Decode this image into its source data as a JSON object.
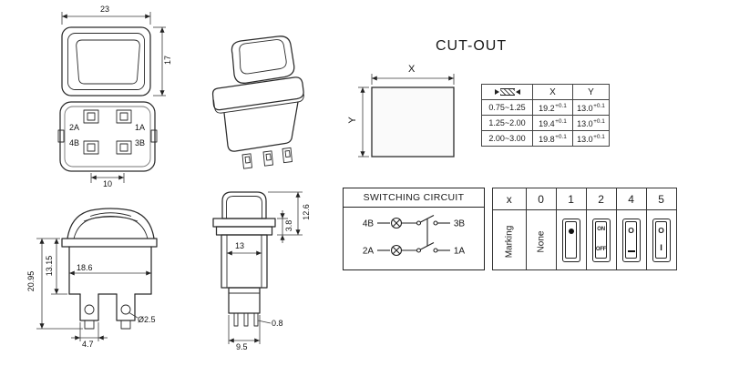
{
  "cutout": {
    "title": "CUT-OUT",
    "dim_x": "X",
    "dim_y": "Y",
    "table": {
      "col_x": "X",
      "col_y": "Y",
      "rows": [
        {
          "thickness": "0.75~1.25",
          "x": "19.2",
          "x_tol": "+0.1",
          "y": "13.0",
          "y_tol": "+0.1"
        },
        {
          "thickness": "1.25~2.00",
          "x": "19.4",
          "x_tol": "+0.1",
          "y": "13.0",
          "y_tol": "+0.1"
        },
        {
          "thickness": "2.00~3.00",
          "x": "19.8",
          "x_tol": "+0.1",
          "y": "13.0",
          "y_tol": "+0.1"
        }
      ]
    }
  },
  "switching_circuit": {
    "title": "SWITCHING CIRCUIT",
    "terminal_4b": "4B",
    "terminal_3b": "3B",
    "terminal_2a": "2A",
    "terminal_1a": "1A"
  },
  "marking_table": {
    "header": "x",
    "columns": [
      "0",
      "1",
      "2",
      "4",
      "5"
    ],
    "row_label": "Marking",
    "none_label": "None",
    "on_label": "ON",
    "off_label": "OFF",
    "o_label": "O",
    "i_label": "I"
  },
  "top_view": {
    "width": "23",
    "height": "17"
  },
  "bottom_view": {
    "terminal_2a": "2A",
    "terminal_1a": "1A",
    "terminal_4b": "4B",
    "terminal_3b": "3B",
    "pitch": "10"
  },
  "side_view": {
    "height_total": "20.95",
    "height_body": "13.15",
    "width_body": "18.6",
    "hole_dia": "Ø2.5",
    "foot_width": "4.7"
  },
  "front_view": {
    "height_top": "12.6",
    "height_flange": "3.8",
    "width_inner": "13",
    "terminal_thickness": "0.8",
    "width_bottom": "9.5"
  }
}
